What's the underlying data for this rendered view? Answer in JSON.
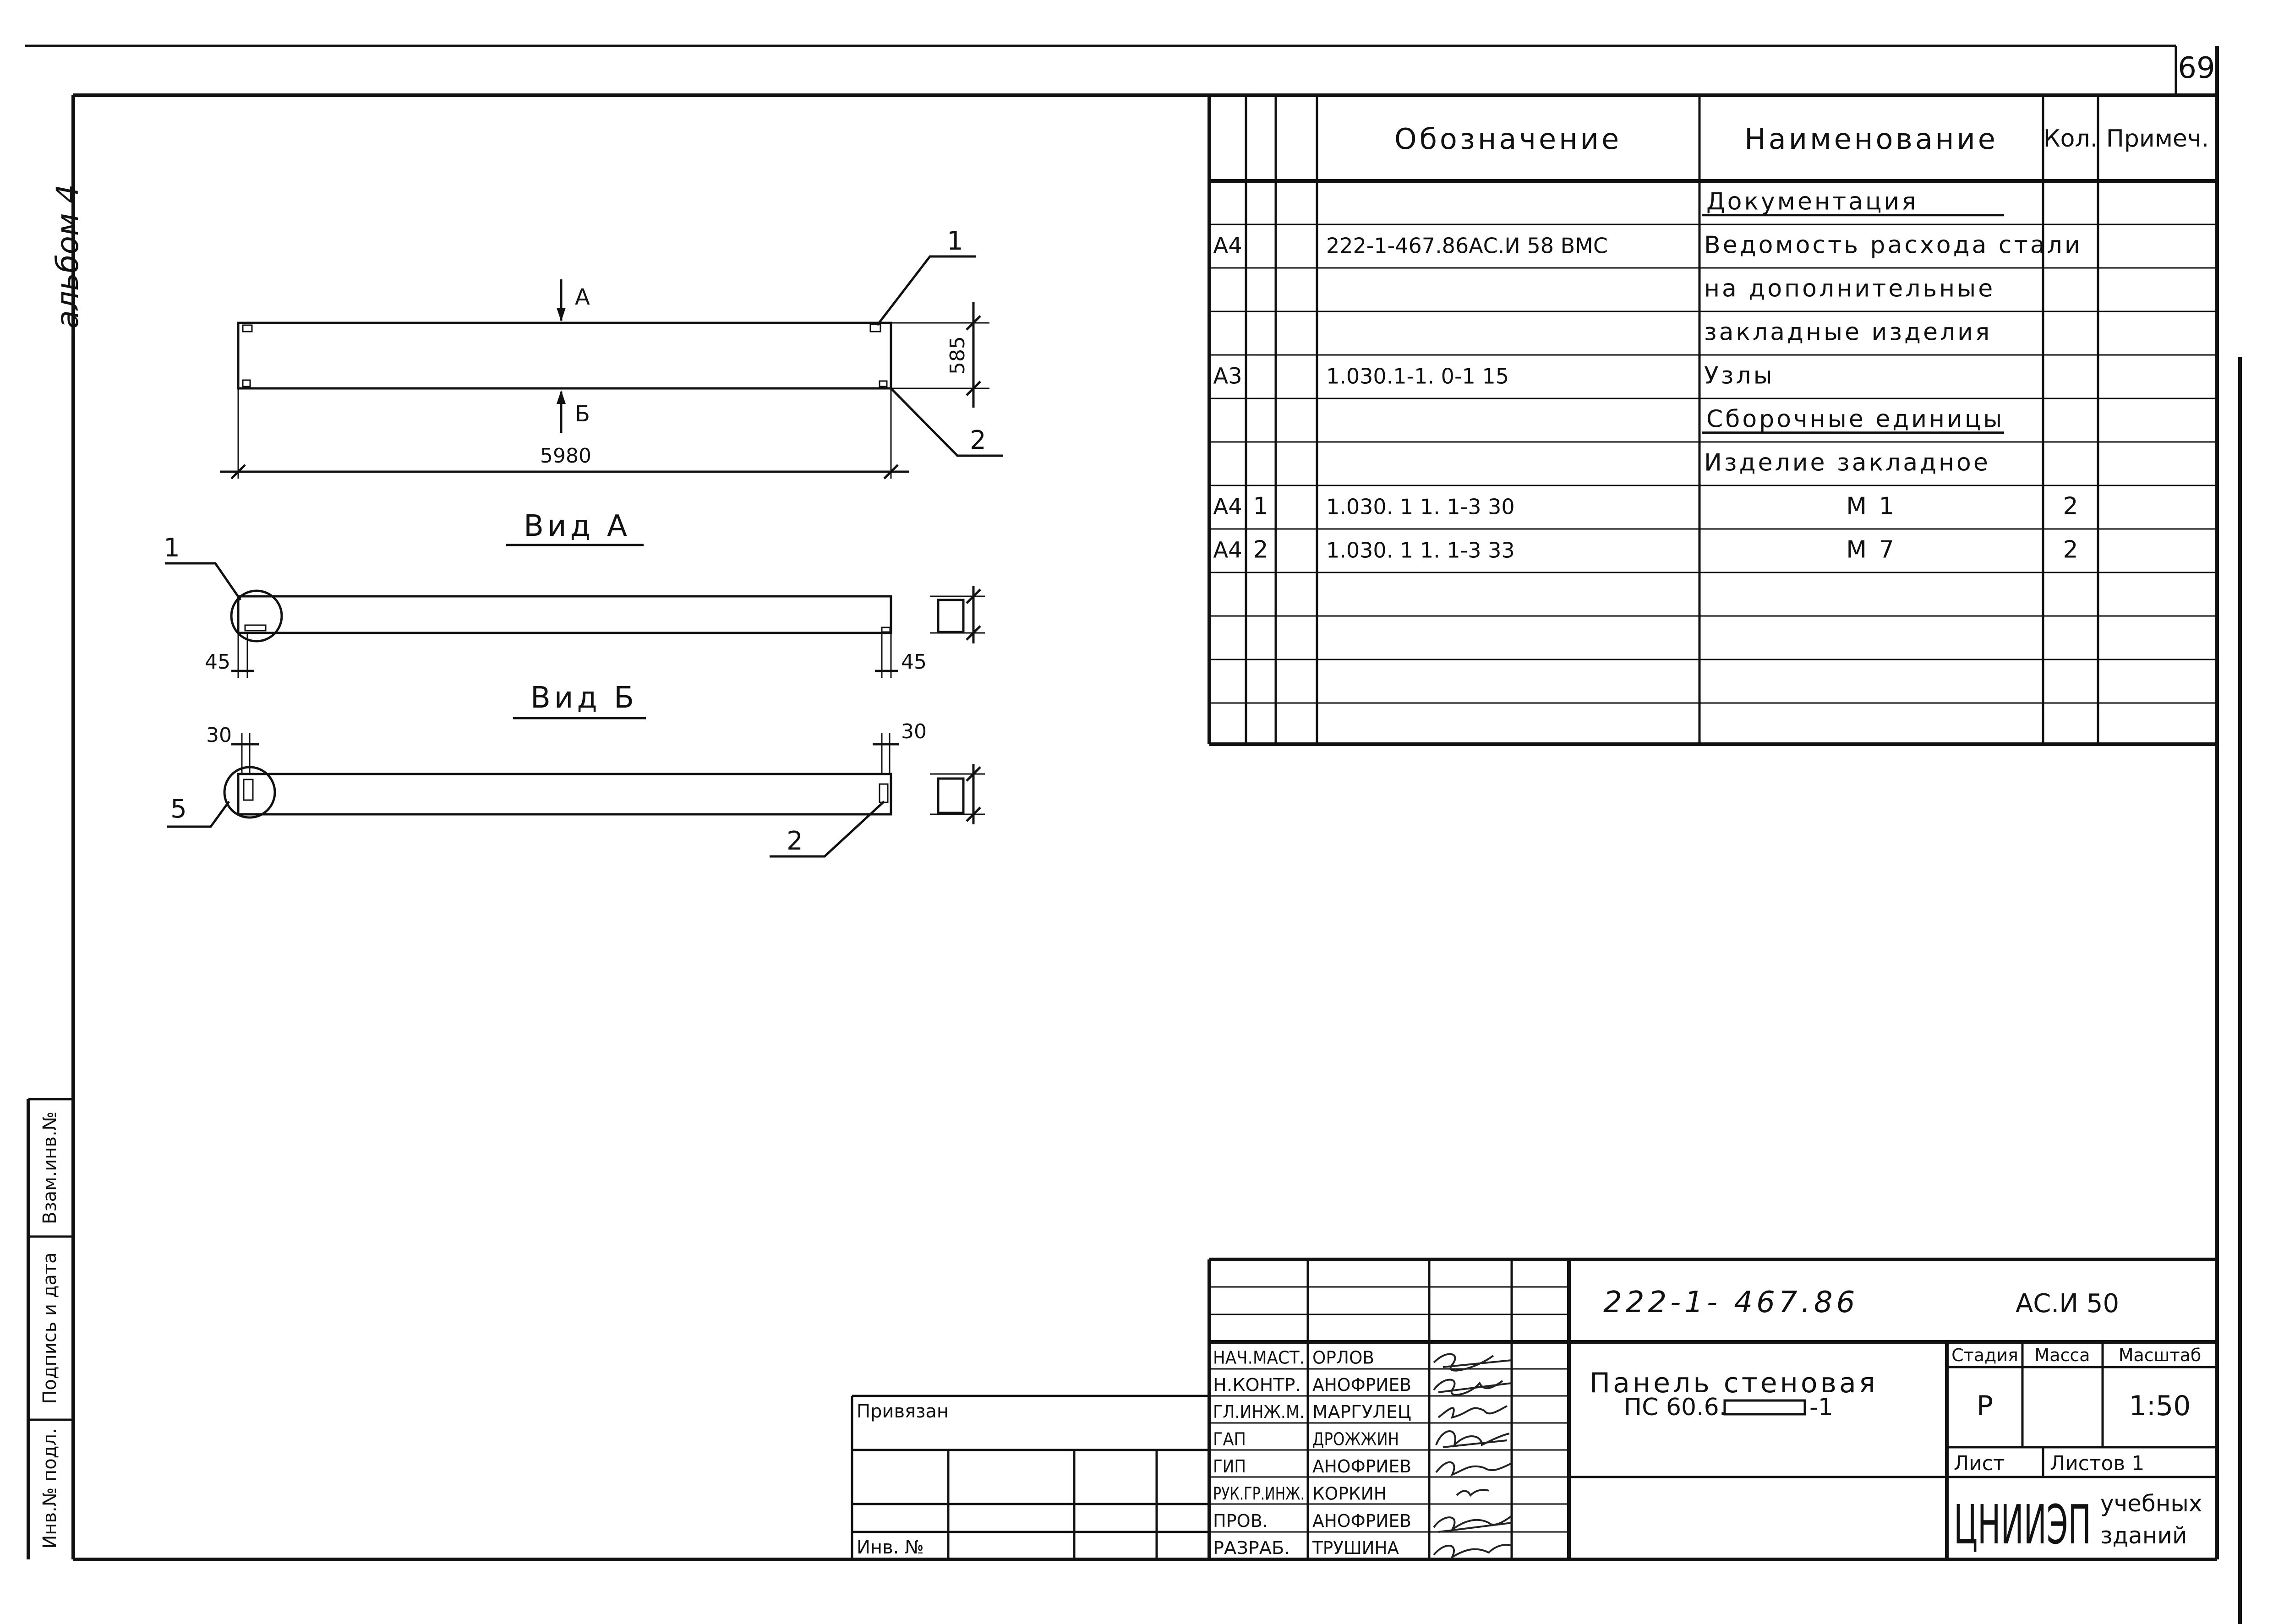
{
  "page": {
    "number": "69"
  },
  "binding_note": "альбом 4",
  "margin_labels": [
    "Инв.№ подл.",
    "Подпись и дата",
    "Взам.инв.№"
  ],
  "drawing": {
    "arrow_a": "А",
    "arrow_b": "Б",
    "dim_length": "5980",
    "dim_height": "585",
    "callout_1": "1",
    "callout_2": "2",
    "view_a_title": "Вид А",
    "view_b_title": "Вид Б",
    "view_a_callout_1": "1",
    "view_a_dim_left": "45",
    "view_a_dim_right": "45",
    "view_b_dim_left": "30",
    "view_b_dim_right": "30",
    "view_b_callout_5": "5",
    "view_b_callout_2": "2"
  },
  "spec_table": {
    "headers": {
      "designation": "Обозначение",
      "name": "Наименование",
      "qty": "Кол.",
      "note": "Примеч."
    },
    "rows": [
      {
        "format": "",
        "pos": "",
        "designation": "",
        "name": "Документация",
        "qty": "",
        "note": "",
        "section": true
      },
      {
        "format": "А4",
        "pos": "",
        "designation": "222-1-467.86АС.И 58 ВМС",
        "name": "Ведомость расхода стали",
        "qty": "",
        "note": ""
      },
      {
        "format": "",
        "pos": "",
        "designation": "",
        "name": "на дополнительные",
        "qty": "",
        "note": ""
      },
      {
        "format": "",
        "pos": "",
        "designation": "",
        "name": "закладные изделия",
        "qty": "",
        "note": ""
      },
      {
        "format": "А3",
        "pos": "",
        "designation": "1.030.1-1. 0-1   15",
        "name": "Узлы",
        "qty": "",
        "note": ""
      },
      {
        "format": "",
        "pos": "",
        "designation": "",
        "name": "Сборочные единицы",
        "qty": "",
        "note": "",
        "section": true
      },
      {
        "format": "",
        "pos": "",
        "designation": "",
        "name": "Изделие закладное",
        "qty": "",
        "note": ""
      },
      {
        "format": "А4",
        "pos": "1",
        "designation": "1.030. 1  1. 1-3          30",
        "name": "М 1",
        "qty": "2",
        "note": ""
      },
      {
        "format": "А4",
        "pos": "2",
        "designation": "1.030. 1  1. 1-3          33",
        "name": "М 7",
        "qty": "2",
        "note": ""
      },
      {
        "format": "",
        "pos": "",
        "designation": "",
        "name": "",
        "qty": "",
        "note": ""
      },
      {
        "format": "",
        "pos": "",
        "designation": "",
        "name": "",
        "qty": "",
        "note": ""
      },
      {
        "format": "",
        "pos": "",
        "designation": "",
        "name": "",
        "qty": "",
        "note": ""
      }
    ]
  },
  "title_block": {
    "doc_code": "222-1- 467.86",
    "sheet_code": "АС.И 50",
    "title_line1": "Панель стеновая",
    "title_line2": "ПС 60.6.",
    "title_suffix": "-1",
    "stage_label": "Стадия",
    "mass_label": "Масса",
    "scale_label": "Масштаб",
    "stage": "Р",
    "scale": "1:50",
    "sheet_label": "Лист",
    "sheets_label": "Листов 1",
    "org_logo": "ЦНИИЭП",
    "org_line1": "учебных",
    "org_line2": "зданий",
    "attached": "Привязан",
    "inv_no": "Инв. №",
    "signers": [
      {
        "role": "НАЧ.МАСТ.",
        "name": "ОРЛОВ"
      },
      {
        "role": "Н.КОНТР.",
        "name": "АНОФРИЕВ"
      },
      {
        "role": "ГЛ.ИНЖ.М.",
        "name": "МАРГУЛЕЦ"
      },
      {
        "role": "ГАП",
        "name": "ДРОЖЖИН"
      },
      {
        "role": "ГИП",
        "name": "АНОФРИЕВ"
      },
      {
        "role": "РУК.ГР.ИНЖ.",
        "name": "КОРКИН"
      },
      {
        "role": "ПРОВ.",
        "name": "АНОФРИЕВ"
      },
      {
        "role": "РАЗРАБ.",
        "name": "ТРУШИНА"
      }
    ]
  }
}
